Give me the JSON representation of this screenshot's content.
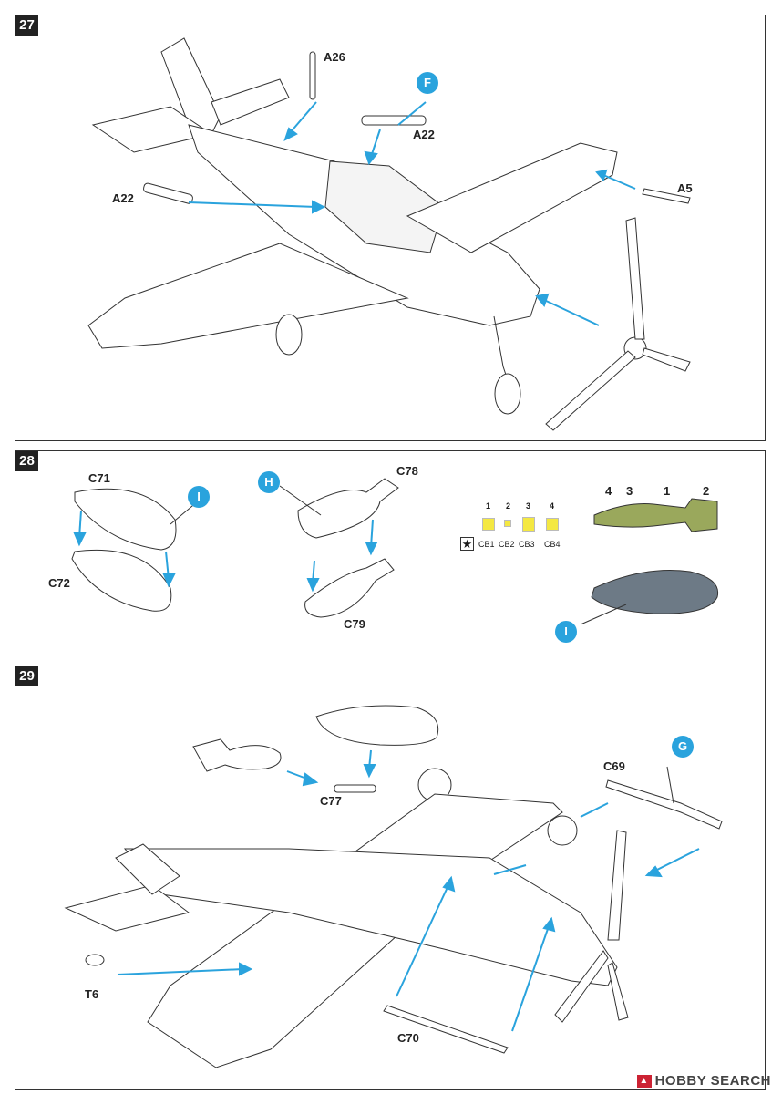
{
  "steps": [
    {
      "number": "27",
      "parts": [
        "A26",
        "F",
        "A22",
        "A22",
        "A5"
      ]
    },
    {
      "number": "28",
      "parts": [
        "C71",
        "C72",
        "I",
        "H",
        "C78",
        "C79",
        "I"
      ],
      "decals": {
        "headers": [
          "1",
          "2",
          "3",
          "4"
        ],
        "captions": [
          "CB1",
          "CB2",
          "CB3",
          "CB4"
        ],
        "bomb_numbers": [
          "4",
          "3",
          "1",
          "2"
        ]
      }
    },
    {
      "number": "29",
      "parts": [
        "G",
        "C69",
        "C77",
        "T6",
        "C70"
      ]
    }
  ],
  "watermark": {
    "brand": "HOBBY SEARCH",
    "icon": "hobby-search-logo-icon"
  },
  "colors": {
    "callout": "#2aa3dd",
    "arrow": "#2aa3dd",
    "bomb_olive": "#9aa85c",
    "tank_grey": "#6d7a86",
    "decal_yellow": "#f4e842"
  }
}
